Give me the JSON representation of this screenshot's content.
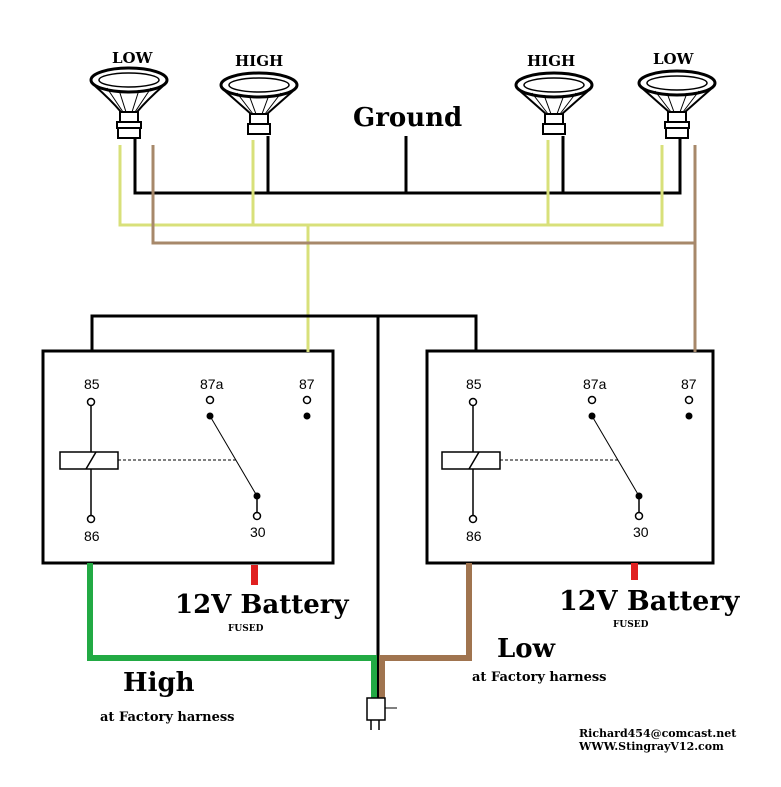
{
  "lamps": {
    "left_low": "LOW",
    "left_high": "HIGH",
    "right_high": "HIGH",
    "right_low": "LOW"
  },
  "ground_label": "Ground",
  "relay_left": {
    "pin_85": "85",
    "pin_87a": "87a",
    "pin_87": "87",
    "pin_86": "86",
    "pin_30": "30",
    "battery_label": "12V Battery",
    "battery_sub": "FUSED"
  },
  "relay_right": {
    "pin_85": "85",
    "pin_87a": "87a",
    "pin_87": "87",
    "pin_86": "86",
    "pin_30": "30",
    "battery_label": "12V Battery",
    "battery_sub": "FUSED"
  },
  "harness": {
    "high_label": "High",
    "high_sub": "at Factory harness",
    "low_label": "Low",
    "low_sub": "at Factory harness"
  },
  "credits": {
    "email": "Richard454@comcast.net",
    "site": "WWW.StingrayV12.com"
  },
  "colors": {
    "high_wire": "#d8e07a",
    "low_wire": "#a7886a",
    "ground_wire": "#000000",
    "high_harness": "#22aa44",
    "low_harness": "#a0744f",
    "battery_tab": "#e02020"
  }
}
